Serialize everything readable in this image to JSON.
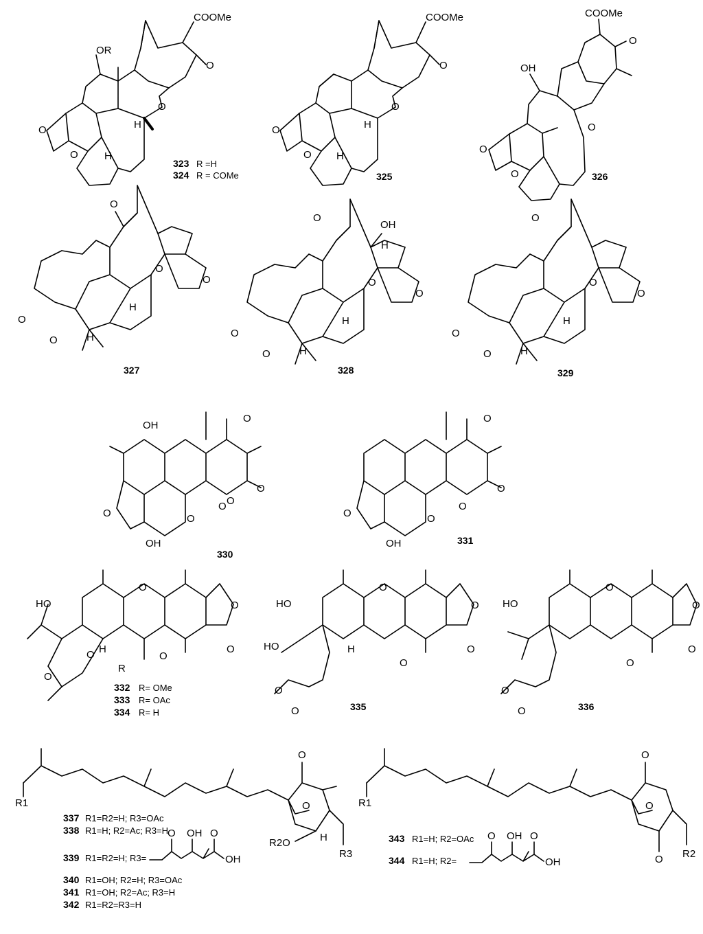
{
  "atoms": {
    "coome": "COOMe",
    "or": "OR",
    "oh": "OH",
    "o": "O",
    "h": "H",
    "ho": "HO",
    "r": "R",
    "r1": "R1",
    "r2": "R2",
    "r3": "R3",
    "r2o": "R2O"
  },
  "compounds": {
    "c323": {
      "num": "323",
      "cap": "R =H"
    },
    "c324": {
      "num": "324",
      "cap": "R = COMe"
    },
    "c325": {
      "num": "325"
    },
    "c326": {
      "num": "326"
    },
    "c327": {
      "num": "327"
    },
    "c328": {
      "num": "328"
    },
    "c329": {
      "num": "329"
    },
    "c330": {
      "num": "330"
    },
    "c331": {
      "num": "331"
    },
    "c332": {
      "num": "332",
      "cap": "R= OMe"
    },
    "c333": {
      "num": "333",
      "cap": "R= OAc"
    },
    "c334": {
      "num": "334",
      "cap": "R= H"
    },
    "c335": {
      "num": "335"
    },
    "c336": {
      "num": "336"
    },
    "c337": {
      "num": "337",
      "cap": "R1=R2=H; R3=OAc"
    },
    "c338": {
      "num": "338",
      "cap": "R1=H; R2=Ac; R3=H"
    },
    "c339": {
      "num": "339",
      "cap": "R1=R2=H; R3="
    },
    "c340": {
      "num": "340",
      "cap": "R1=OH; R2=H; R3=OAc"
    },
    "c341": {
      "num": "341",
      "cap": "R1=OH; R2=Ac; R3=H"
    },
    "c342": {
      "num": "342",
      "cap": "R1=R2=R3=H"
    },
    "c343": {
      "num": "343",
      "cap": "R1=H; R2=OAc"
    },
    "c344": {
      "num": "344",
      "cap": "R1=H; R2="
    }
  }
}
